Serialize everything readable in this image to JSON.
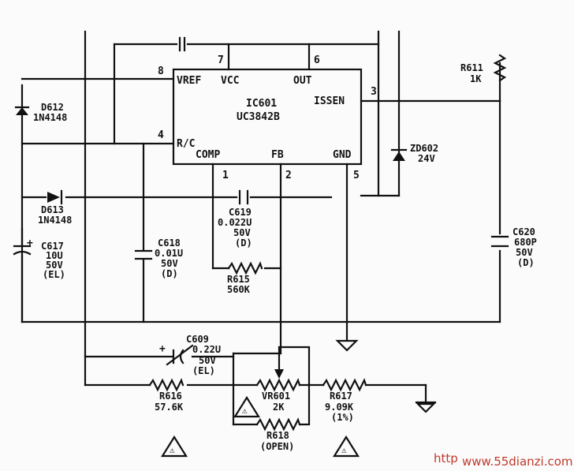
{
  "ic": {
    "designator": "IC601",
    "part": "UC3842B",
    "pins": {
      "vref": "VREF",
      "vcc": "VCC",
      "out": "OUT",
      "isen": "ISSEN",
      "rc": "R/C",
      "comp": "COMP",
      "fb": "FB",
      "gnd": "GND"
    },
    "pin_numbers": {
      "p8": "8",
      "p7": "7",
      "p6": "6",
      "p3": "3",
      "p4": "4",
      "p1": "1",
      "p2": "2",
      "p5": "5"
    }
  },
  "components": {
    "d612": {
      "ref": "D612",
      "part": "1N4148"
    },
    "d613": {
      "ref": "D613",
      "part": "1N4148"
    },
    "c617": {
      "ref": "C617",
      "value": "10U",
      "voltage": "50V",
      "type": "(EL)"
    },
    "c618": {
      "ref": "C618",
      "value": "0.01U",
      "voltage": "50V",
      "type": "(D)"
    },
    "c619": {
      "ref": "C619",
      "value": "0.022U",
      "voltage": "50V",
      "type": "(D)"
    },
    "r615": {
      "ref": "R615",
      "value": "560K"
    },
    "r611": {
      "ref": "R611",
      "value": "1K"
    },
    "zd602": {
      "ref": "ZD602",
      "value": "24V"
    },
    "c620": {
      "ref": "C620",
      "value": "680P",
      "voltage": "50V",
      "type": "(D)"
    },
    "c609": {
      "ref": "C609",
      "value": "0.22U",
      "voltage": "50V",
      "type": "(EL)"
    },
    "r616": {
      "ref": "R616",
      "value": "57.6K"
    },
    "vr601": {
      "ref": "VR601",
      "value": "2K"
    },
    "r617": {
      "ref": "R617",
      "value": "9.09K",
      "tol": "(1%)"
    },
    "r618": {
      "ref": "R618",
      "value": "(OPEN)"
    }
  },
  "misc": {
    "plus1": "+",
    "plus2": "+",
    "warn_mark": "⚠",
    "watermark_left": "http",
    "watermark_right": "www.55dianzi.com"
  }
}
